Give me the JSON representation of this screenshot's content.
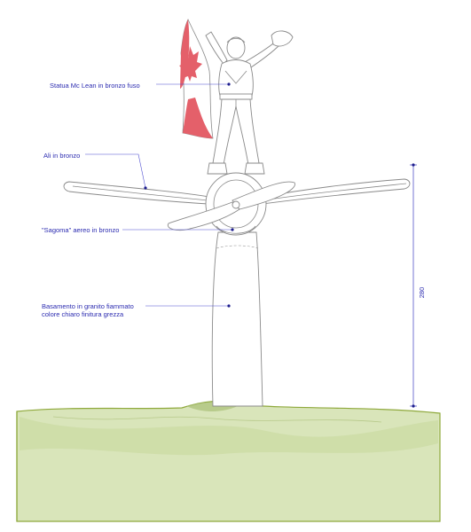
{
  "labels": {
    "statua": "Statua Mc Lean in bronzo fuso",
    "ali": "Ali in bronzo",
    "sagoma": "\"Sagoma\" aereo in bronzo",
    "basamento_1": "Basamento in granito fiammato",
    "basamento_2": "colore chiaro finitura grezza"
  },
  "dimension": {
    "height_label": "280"
  },
  "colors": {
    "annotation": "#2b2bb0",
    "outline": "#8a8a8a",
    "flag_red": "#e4606a",
    "ground_fill": "#d7e3b6",
    "ground_edge": "#8fa93c"
  }
}
